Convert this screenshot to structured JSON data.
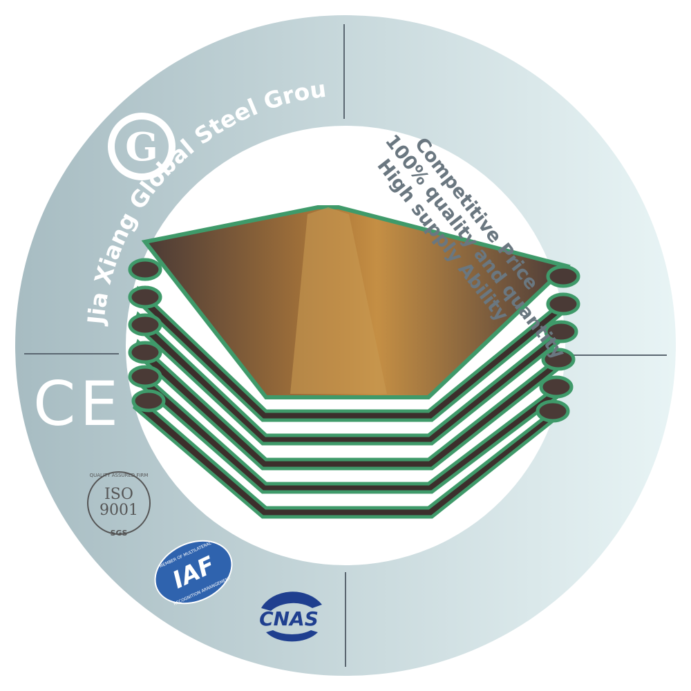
{
  "brand": {
    "name": "Jia Xiang Global Steel Group",
    "logo_letter": "G"
  },
  "claims": [
    "Competitive Price",
    "100% quality and quantity",
    "High supply Ability"
  ],
  "certifications": {
    "ce": "CE",
    "iso": {
      "top": "QUALITY ASSURED FIRM",
      "line1": "ISO",
      "line2": "9001",
      "bottom": "SGS"
    },
    "iaf": {
      "top": "MEMBER OF MULTILATERAL",
      "main": "IAF",
      "bottom": "RECOGNITION ARRANGEMENT"
    },
    "cnas": "CNAS"
  },
  "colors": {
    "ring_left": "#a7bcc2",
    "ring_right": "#e8f4f5",
    "text": "#6a7780",
    "steel_edge": "#3f9a6a",
    "iaf_blue": "#2f63ae",
    "cnas_blue": "#1f3f8f"
  }
}
